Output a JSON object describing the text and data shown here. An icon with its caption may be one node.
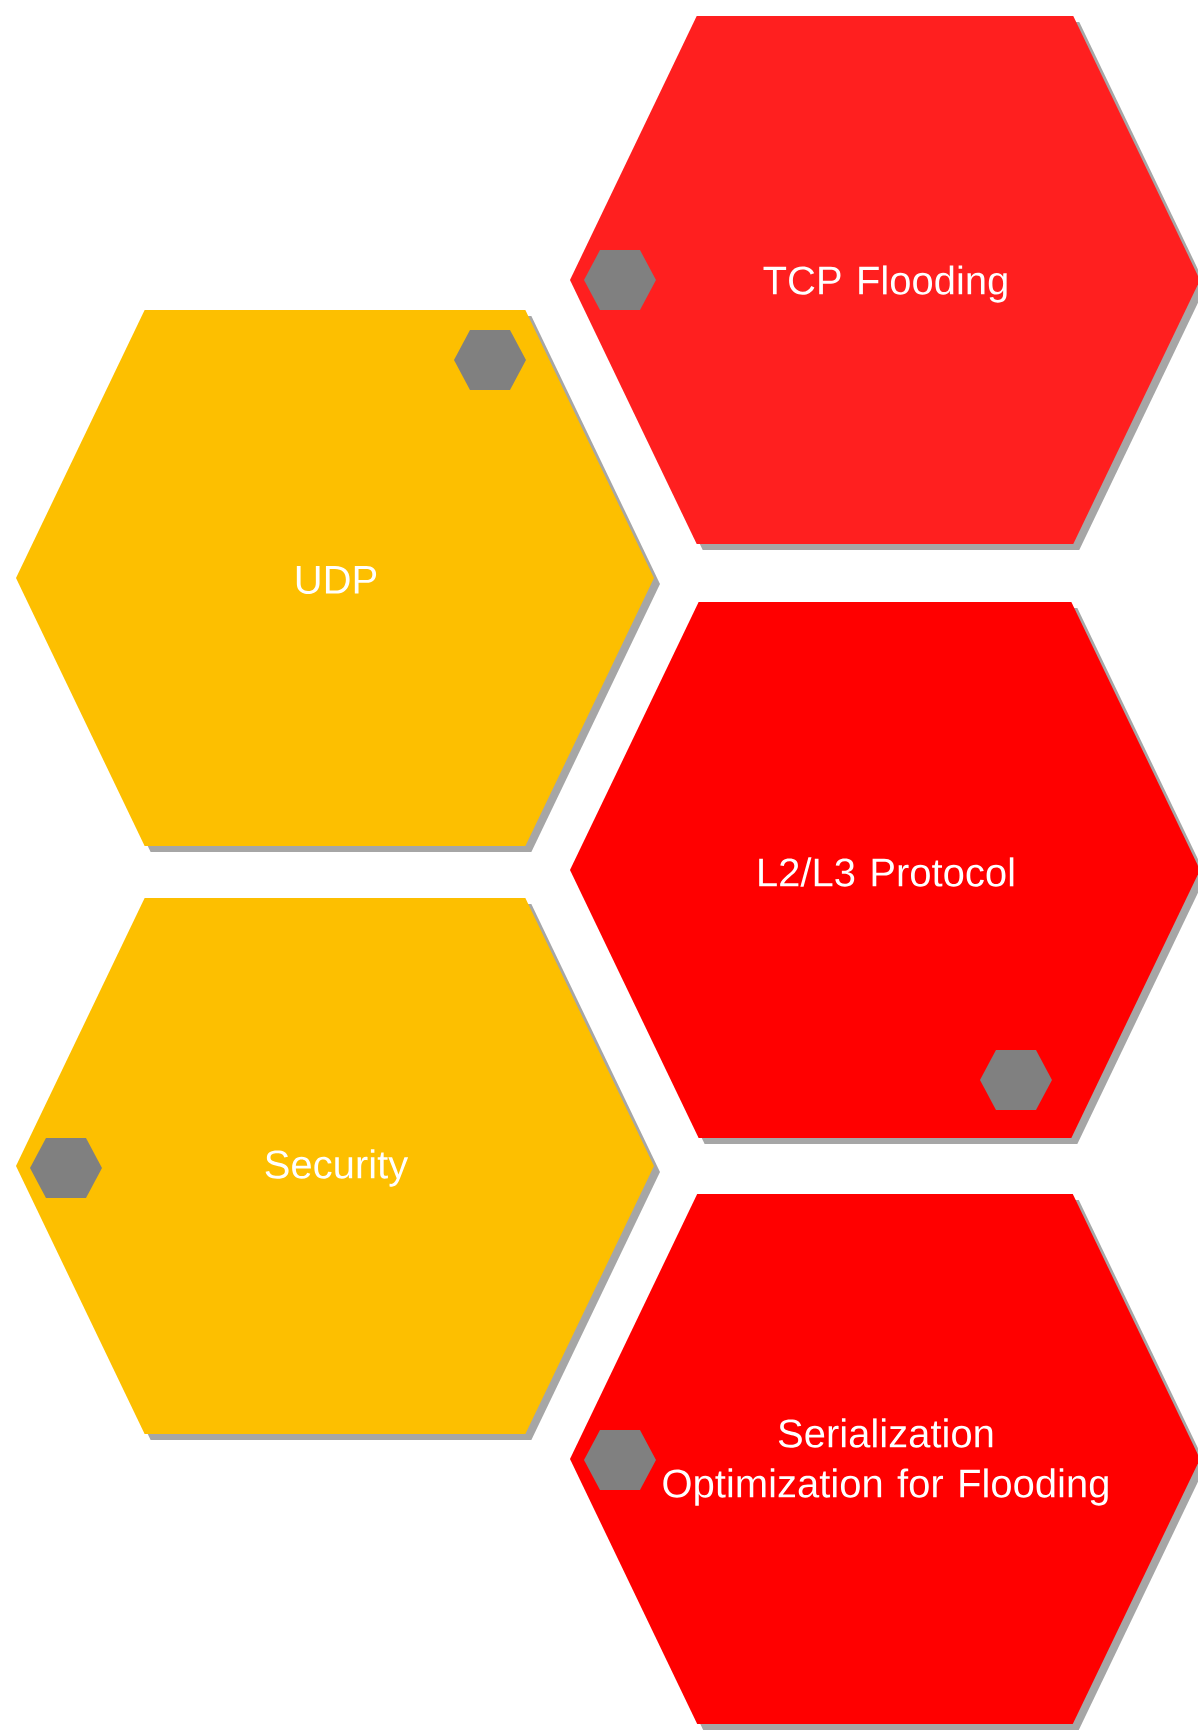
{
  "diagram": {
    "nodes": [
      {
        "text": [
          "TCP Flooding"
        ]
      },
      {
        "text": [
          "UDP"
        ]
      },
      {
        "text": [
          "L2/L3 Protocol"
        ]
      },
      {
        "text": [
          "Security"
        ]
      },
      {
        "text": [
          "Serialization Optimization for Flooding"
        ]
      }
    ]
  }
}
